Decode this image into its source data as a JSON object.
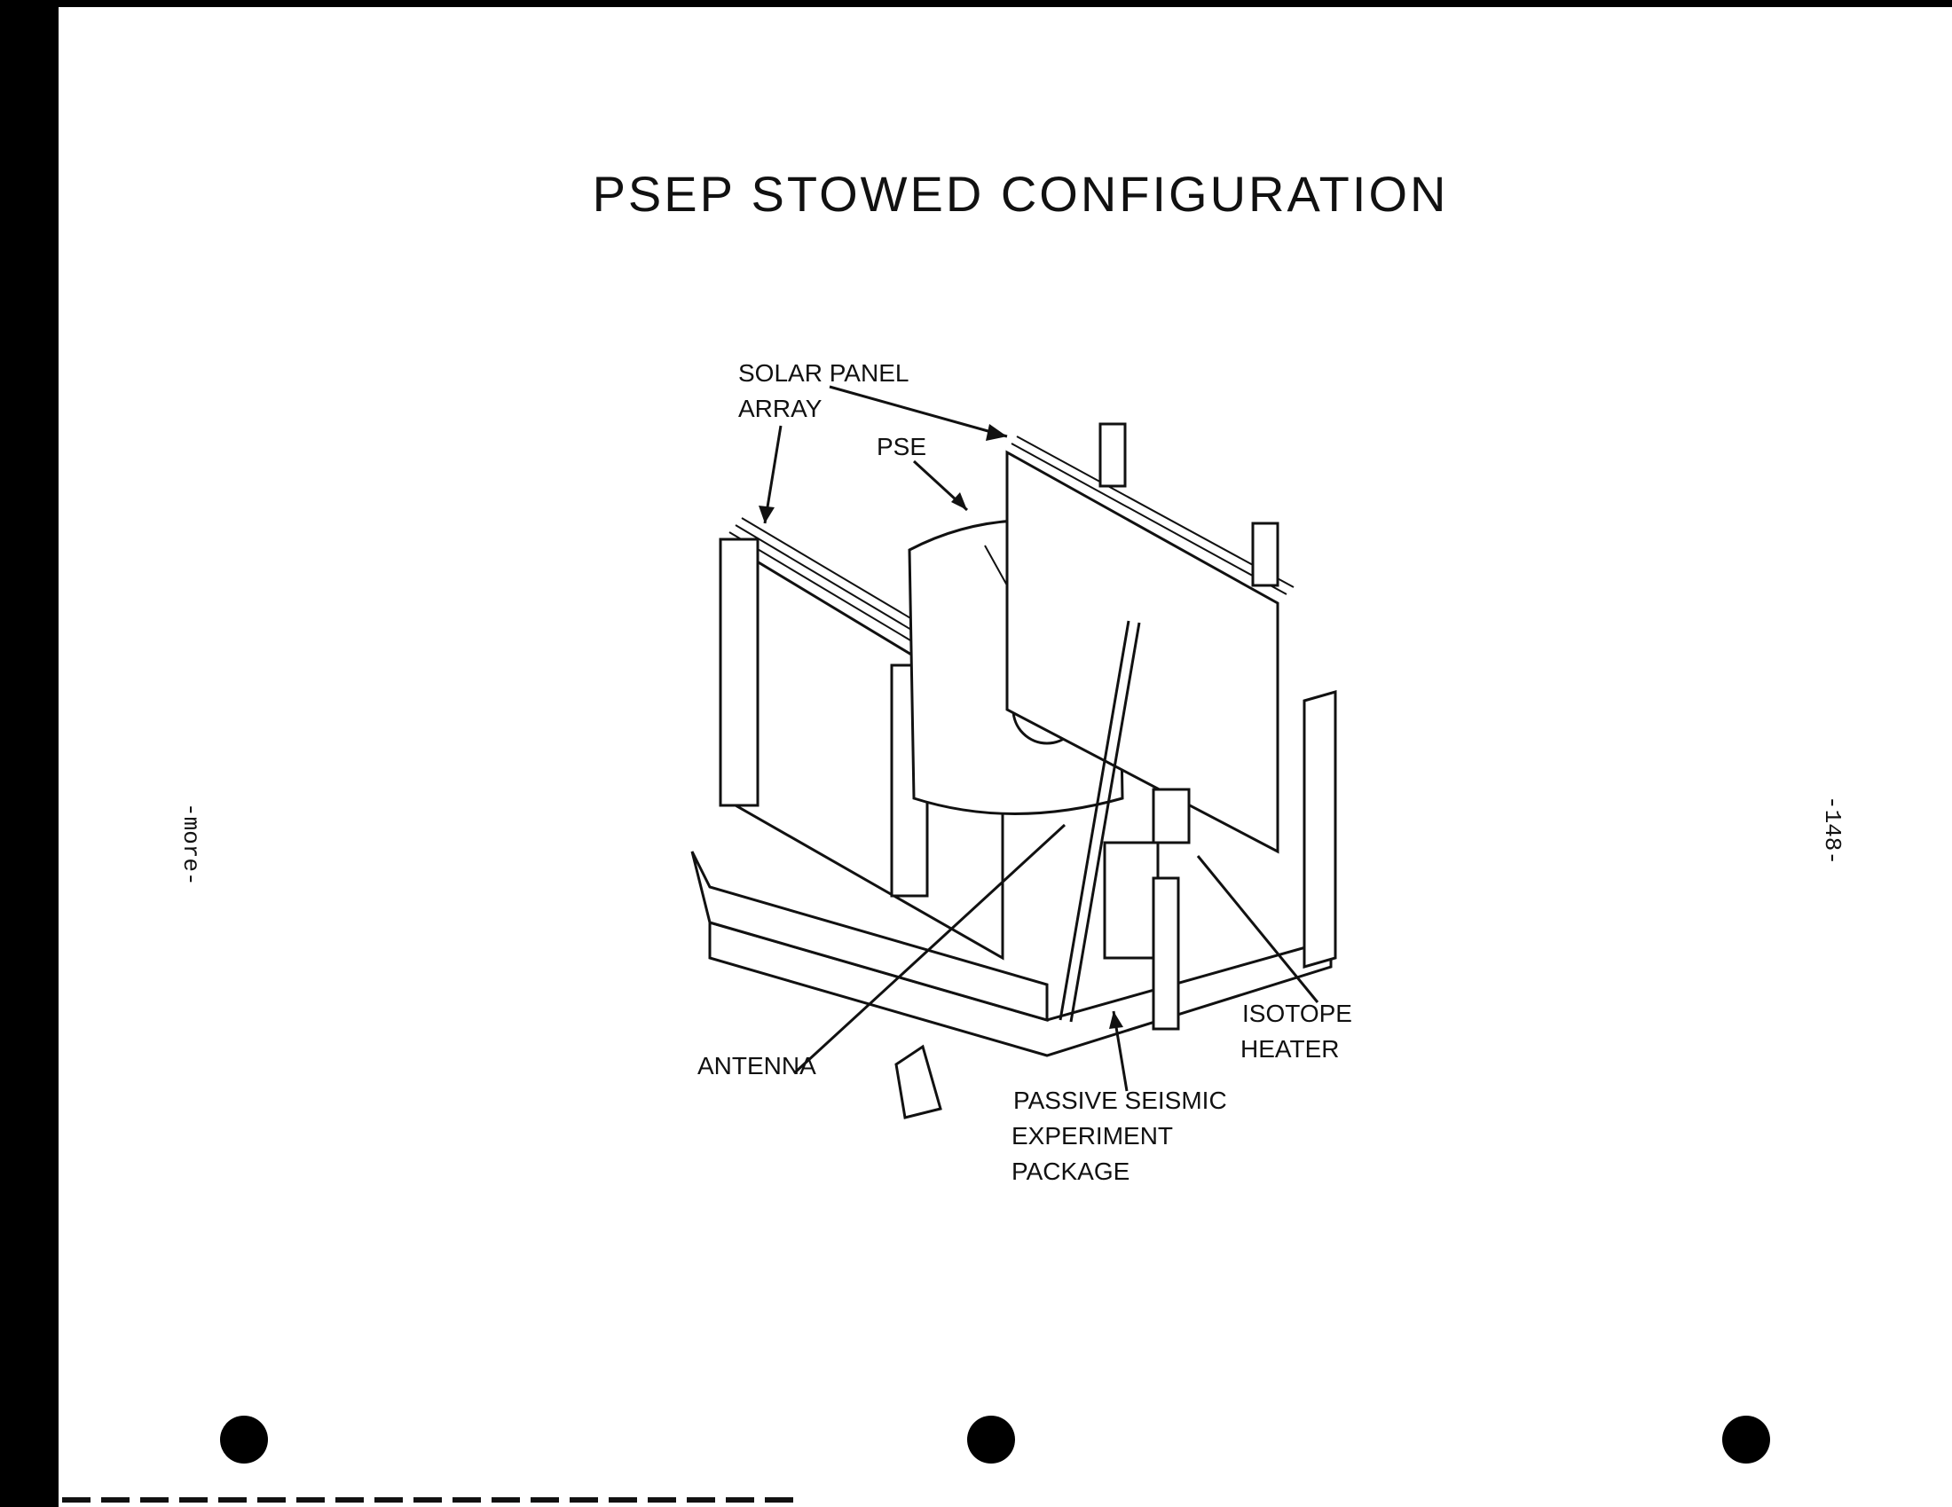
{
  "title": "PSEP STOWED CONFIGURATION",
  "margin_note": "-more-",
  "page_number": "-148-",
  "labels": {
    "solar_panel_line1": "SOLAR PANEL",
    "solar_panel_line2": "ARRAY",
    "pse": "PSE",
    "antenna": "ANTENNA",
    "isotope_line1": "ISOTOPE",
    "isotope_line2": "HEATER",
    "passive_line1": "PASSIVE SEISMIC",
    "passive_line2": "EXPERIMENT",
    "passive_line3": "PACKAGE"
  }
}
